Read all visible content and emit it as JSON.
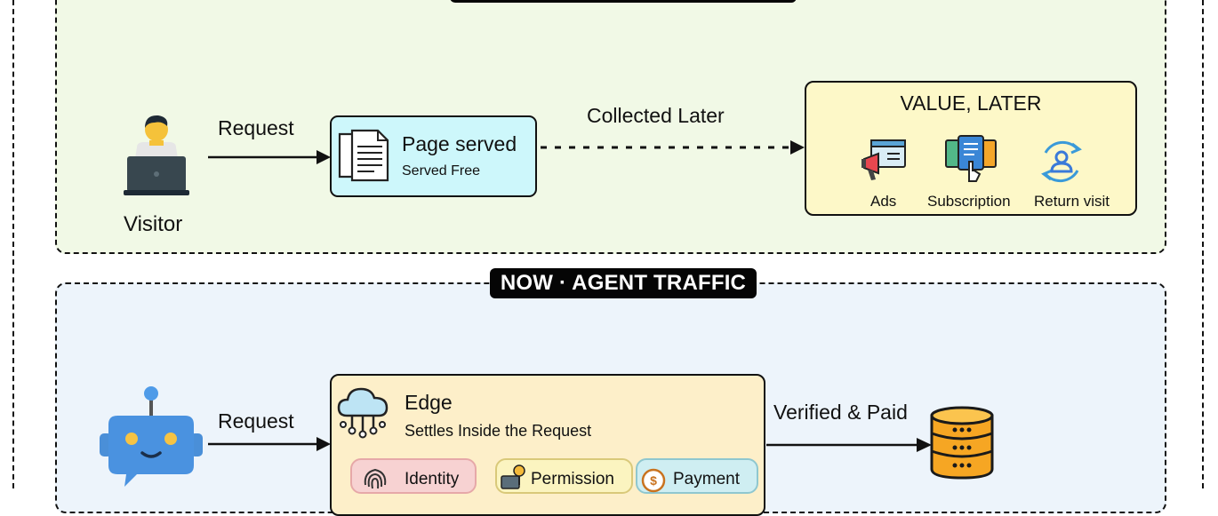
{
  "legacy": {
    "visitor_label": "Visitor",
    "request_label": "Request",
    "page_title": "Page served",
    "page_subtitle": "Served Free",
    "collected_label": "Collected Later",
    "value_title": "VALUE, LATER",
    "value_items": [
      {
        "label": "Ads",
        "icon": "megaphone-icon"
      },
      {
        "label": "Subscription",
        "icon": "subscription-icon"
      },
      {
        "label": "Return visit",
        "icon": "return-visit-icon"
      }
    ]
  },
  "agent": {
    "section_label": "NOW · AGENT TRAFFIC",
    "request_label": "Request",
    "edge_title": "Edge",
    "edge_subtitle": "Settles Inside the Request",
    "verified_label": "Verified & Paid",
    "chips": [
      {
        "label": "Identity",
        "icon": "fingerprint-icon"
      },
      {
        "label": "Permission",
        "icon": "key-icon"
      },
      {
        "label": "Payment",
        "icon": "dollar-icon"
      }
    ]
  },
  "colors": {
    "top_panel": "#f1f9e6",
    "bottom_panel": "#edf4fb",
    "page_box": "#cdf7fb",
    "value_box": "#fdf8c8",
    "edge_box": "#fdefc9",
    "database": "#f6a623"
  }
}
